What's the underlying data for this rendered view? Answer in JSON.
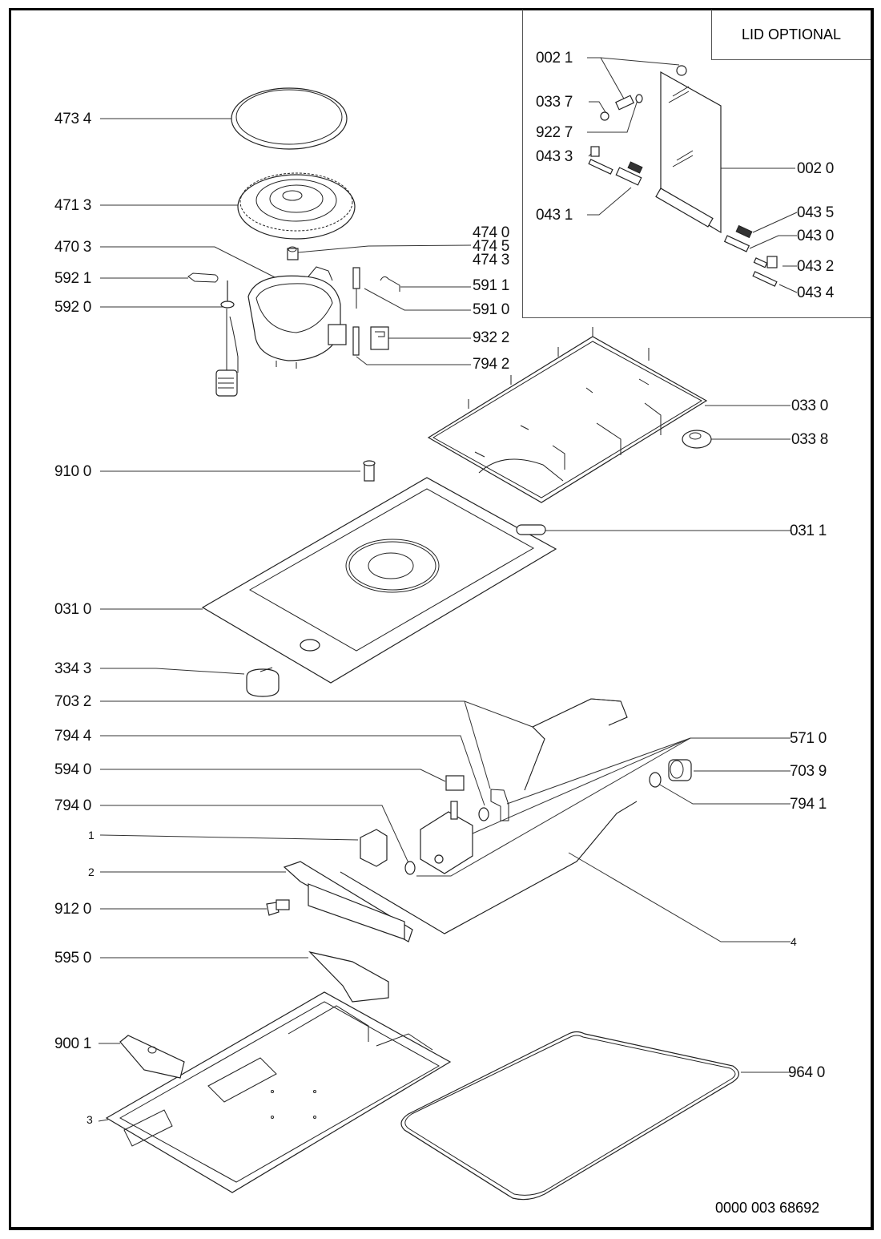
{
  "lid_section": {
    "title": "LID OPTIONAL",
    "labels": [
      "002 1",
      "033 7",
      "922 7",
      "043 3",
      "043 1",
      "002 0",
      "043 5",
      "043 0",
      "043 2",
      "043 4"
    ]
  },
  "left_labels": [
    "473 4",
    "471 3",
    "470 3",
    "592 1",
    "592 0",
    "910 0",
    "031 0",
    "334 3",
    "703 2",
    "794 4",
    "594 0",
    "794 0",
    "1",
    "2",
    "912 0",
    "595 0",
    "900 1",
    "3"
  ],
  "right_labels": [
    "474 0",
    "474 5",
    "474 3",
    "591 1",
    "591 0",
    "932 2",
    "794 2",
    "033 0",
    "033 8",
    "031 1",
    "571 0",
    "703 9",
    "794 1",
    "4",
    "964 0"
  ],
  "document_number": "0000 003 68692"
}
